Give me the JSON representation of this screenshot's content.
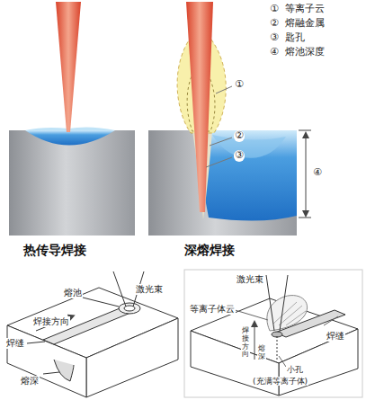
{
  "diagram": {
    "labels": [
      "①",
      "等离子云",
      "②",
      "熔融金属",
      "③",
      "匙孔",
      "④",
      "熔池深度",
      "①",
      "②",
      "③",
      "④",
      "热传导焊接",
      "深熔焊接",
      "熔池",
      "激光束",
      "焊接方向",
      "焊缝",
      "熔深",
      "激光束",
      "等离子体云",
      "焊缝",
      "焊接方向",
      "熔深",
      "小孔",
      "(充满等离子体)"
    ]
  }
}
